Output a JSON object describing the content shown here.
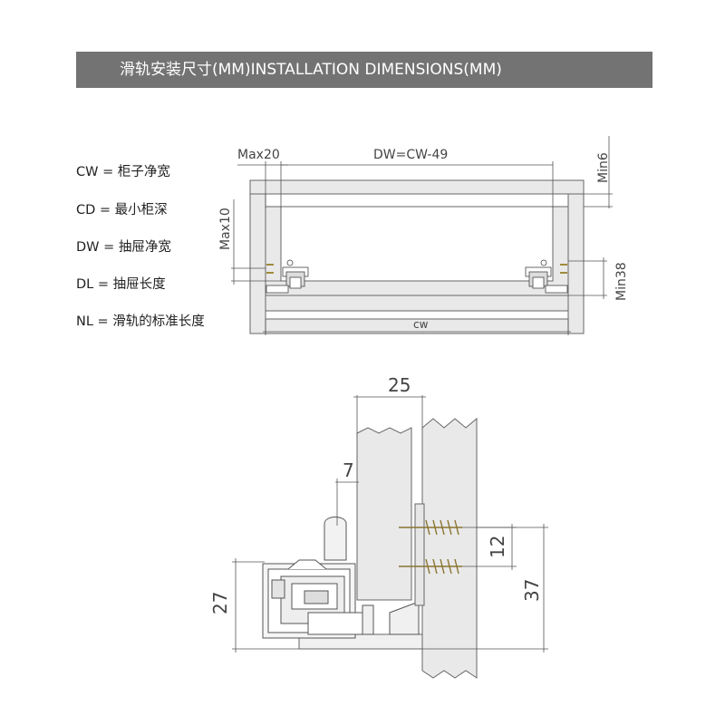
{
  "header": {
    "title": "滑轨安装尺寸(MM)INSTALLATION DIMENSIONS(MM)"
  },
  "legend": [
    {
      "text": "CW = 柜子净宽"
    },
    {
      "text": "CD = 最小柜深"
    },
    {
      "text": "DW = 抽屉净宽"
    },
    {
      "text": "DL = 抽屉长度"
    },
    {
      "text": "NL = 滑轨的标准长度"
    }
  ],
  "top_diagram": {
    "max20": "Max20",
    "dw": "DW=CW-49",
    "min6": "Min6",
    "max10": "Max10",
    "min38": "Min38",
    "cw": "cw"
  },
  "detail_diagram": {
    "d25": "25",
    "d7": "7",
    "d12": "12",
    "d27": "27",
    "d37": "37"
  },
  "colors": {
    "banner": "#737373",
    "panel_fill": "#e9e9e9",
    "line": "#555555",
    "screw": "#a08a3c"
  }
}
